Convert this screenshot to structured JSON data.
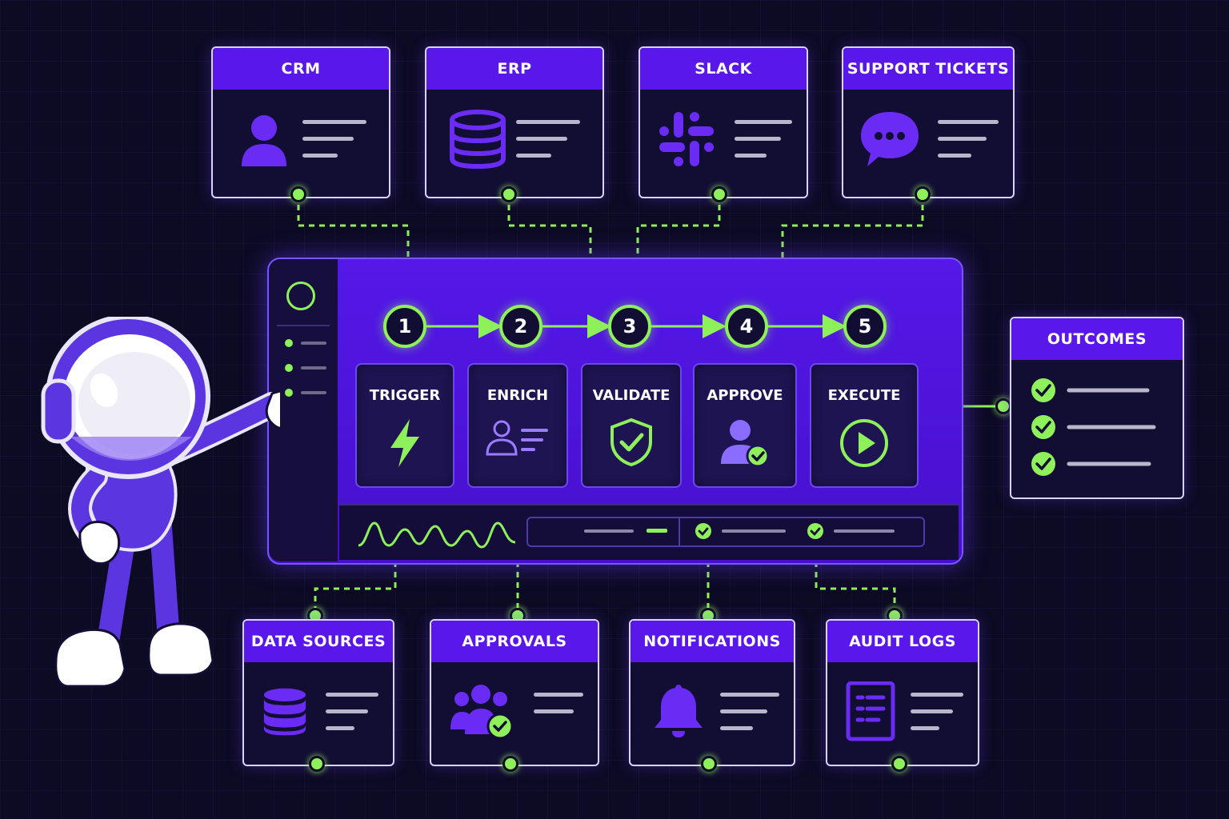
{
  "sources": [
    {
      "title": "CRM",
      "icon": "user-icon"
    },
    {
      "title": "ERP",
      "icon": "database-icon"
    },
    {
      "title": "SLACK",
      "icon": "slack-icon"
    },
    {
      "title": "SUPPORT TICKETS",
      "icon": "chat-bubble-icon"
    }
  ],
  "steps": [
    {
      "number": "1",
      "label": "TRIGGER",
      "icon": "lightning-icon"
    },
    {
      "number": "2",
      "label": "ENRICH",
      "icon": "user-card-icon"
    },
    {
      "number": "3",
      "label": "VALIDATE",
      "icon": "shield-check-icon"
    },
    {
      "number": "4",
      "label": "APPROVE",
      "icon": "user-check-icon"
    },
    {
      "number": "5",
      "label": "EXECUTE",
      "icon": "play-icon"
    }
  ],
  "outcomes": {
    "title": "OUTCOMES",
    "icon": "check-circle-icon"
  },
  "targets": [
    {
      "title": "DATA SOURCES",
      "icon": "database-icon"
    },
    {
      "title": "APPROVALS",
      "icon": "team-check-icon"
    },
    {
      "title": "NOTIFICATIONS",
      "icon": "bell-icon"
    },
    {
      "title": "AUDIT LOGS",
      "icon": "document-icon"
    }
  ],
  "colors": {
    "background": "#0d0a24",
    "accent": "#5a17ea",
    "connector": "#8ef05a",
    "panel": "#4f14dc"
  }
}
